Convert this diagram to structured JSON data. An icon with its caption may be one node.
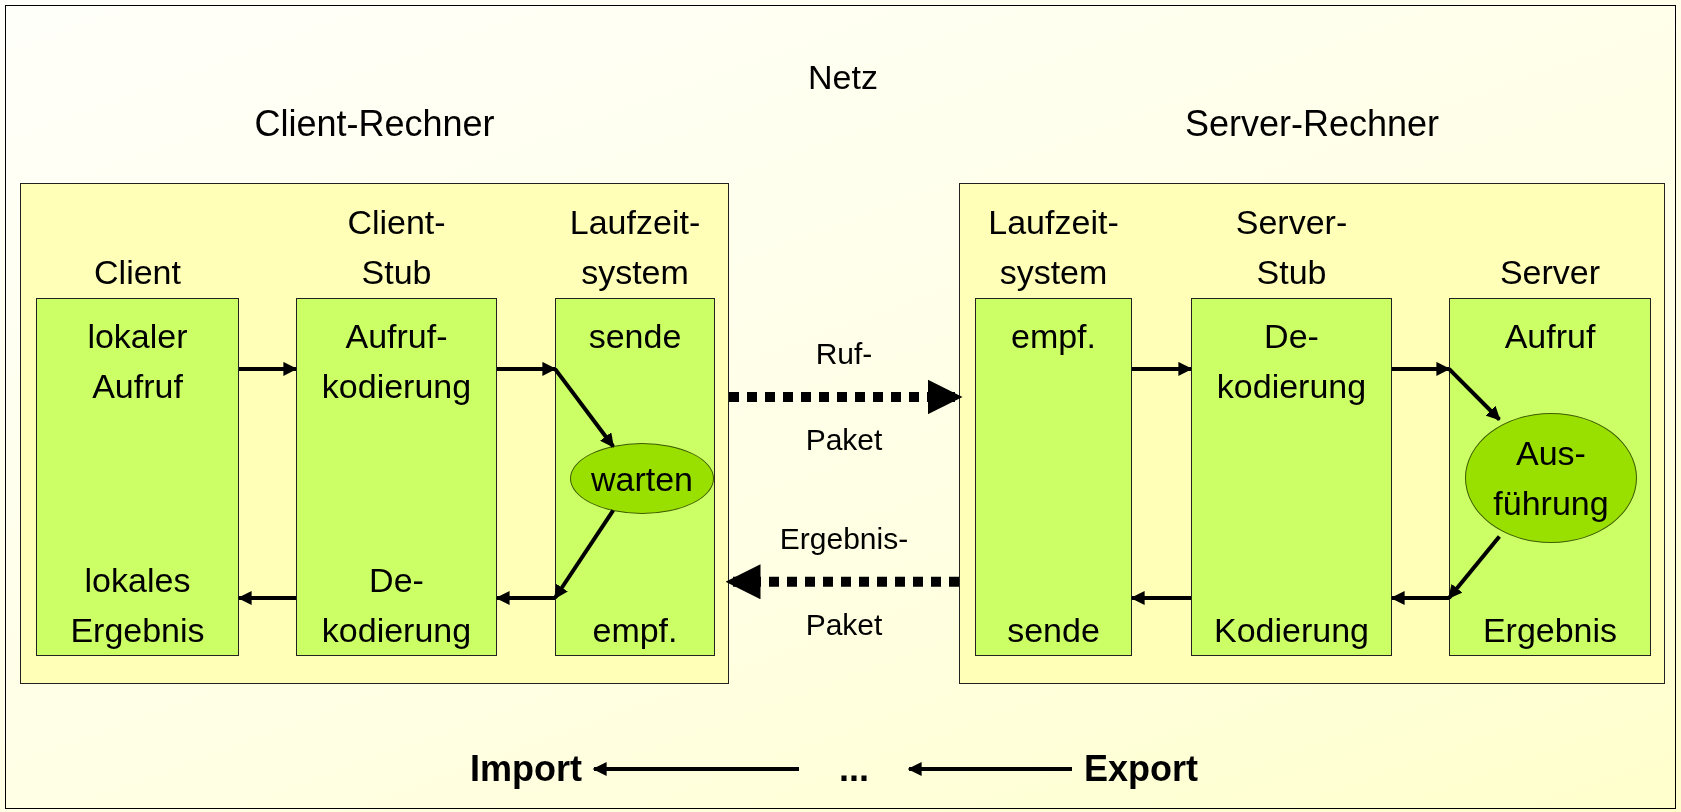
{
  "diagram": {
    "nodes": [
      {
        "text": [
          "Client-Rechner"
        ]
      },
      {
        "text": [
          "Client",
          "lokaler Aufruf",
          "lokales Ergebnis"
        ],
        "in": 0
      },
      {
        "text": [
          "Client- Stub",
          "Aufruf- kodierung",
          "De- kodierung"
        ],
        "in": 0
      },
      {
        "text": [
          "Laufzeit- system",
          "sende",
          "empf."
        ],
        "in": 0
      },
      {
        "text": [
          "warten"
        ],
        "in": 3
      },
      {
        "text": [
          "Server-Rechner"
        ]
      },
      {
        "text": [
          "Laufzeit- system",
          "empf.",
          "sende"
        ],
        "in": 5
      },
      {
        "text": [
          "Server- Stub",
          "De- kodierung",
          "Kodierung"
        ],
        "in": 5
      },
      {
        "text": [
          "Server",
          "Aufruf",
          "Ergebnis"
        ],
        "in": 5
      },
      {
        "text": [
          "Aus- führung"
        ],
        "in": 8
      },
      {
        "text": [
          "Import"
        ]
      },
      {
        "text": [
          "..."
        ]
      },
      {
        "text": [
          "Export"
        ]
      }
    ],
    "edges": [
      {
        "from": 1,
        "to": 2,
        "arrow": "to"
      },
      {
        "from": 2,
        "to": 3,
        "arrow": "to"
      },
      {
        "from": 3,
        "to": 4,
        "arrow": "to"
      },
      {
        "from": 4,
        "to": 3,
        "arrow": "to"
      },
      {
        "from": 3,
        "to": 2,
        "arrow": "to"
      },
      {
        "from": 2,
        "to": 1,
        "arrow": "to"
      },
      {
        "from": 0,
        "to": 5,
        "arrow": "to",
        "label": "Ruf- Paket",
        "style": "dashed"
      },
      {
        "from": 5,
        "to": 0,
        "arrow": "to",
        "label": "Ergebnis- Paket",
        "style": "dashed"
      },
      {
        "from": 6,
        "to": 7,
        "arrow": "to"
      },
      {
        "from": 7,
        "to": 8,
        "arrow": "to"
      },
      {
        "from": 8,
        "to": 9,
        "arrow": "to"
      },
      {
        "from": 9,
        "to": 8,
        "arrow": "to"
      },
      {
        "from": 8,
        "to": 7,
        "arrow": "to"
      },
      {
        "from": 7,
        "to": 6,
        "arrow": "to"
      },
      {
        "from": 12,
        "to": 11,
        "arrow": "to"
      },
      {
        "from": 11,
        "to": 10,
        "arrow": "to"
      }
    ],
    "labels": [
      "Netz"
    ]
  }
}
